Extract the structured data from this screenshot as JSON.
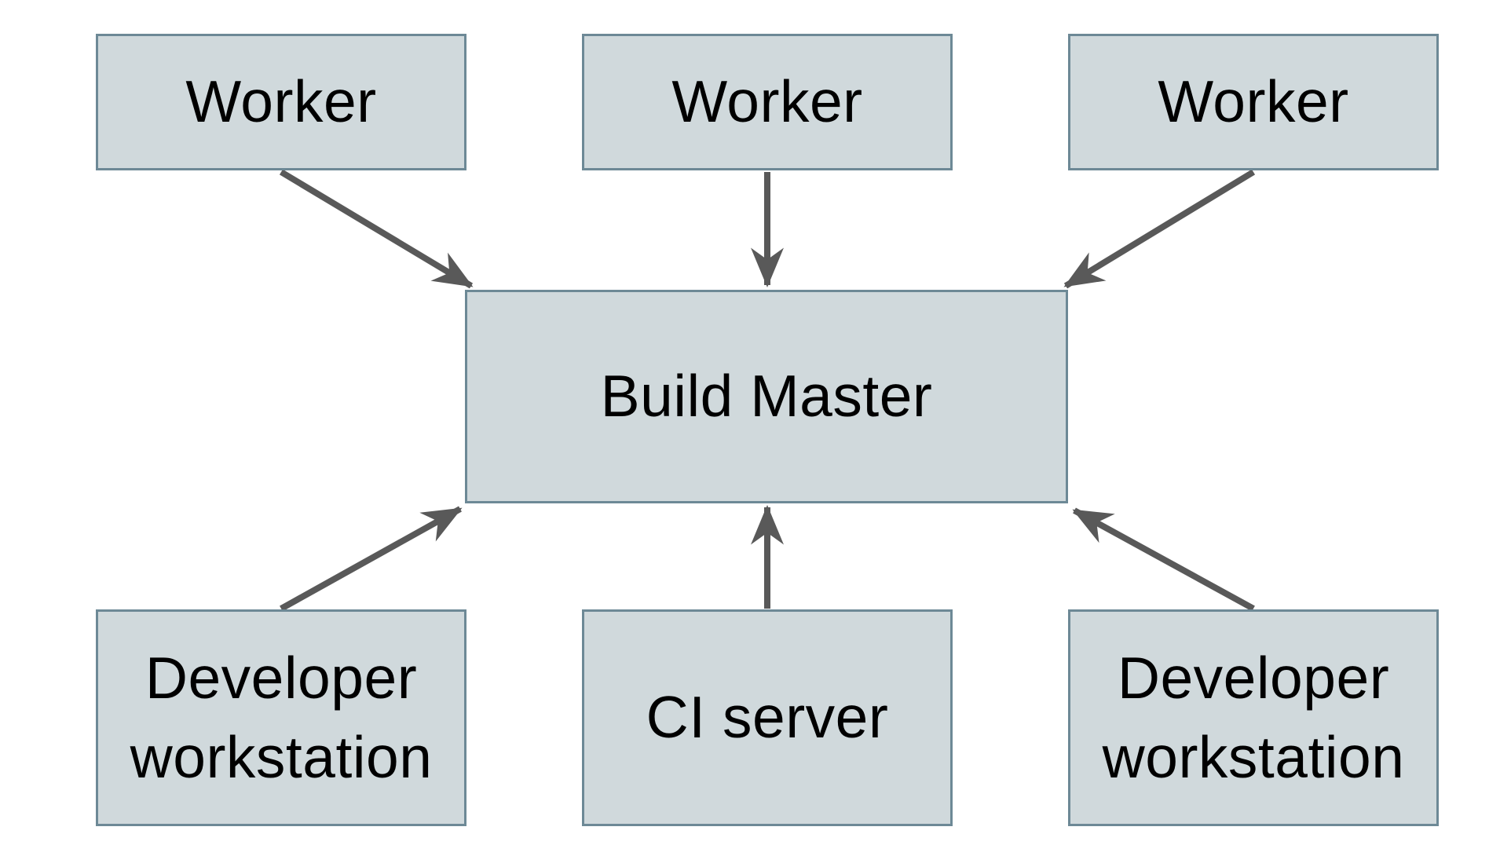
{
  "diagram": {
    "nodes": {
      "worker1": {
        "label": "Worker"
      },
      "worker2": {
        "label": "Worker"
      },
      "worker3": {
        "label": "Worker"
      },
      "build_master": {
        "label": "Build Master"
      },
      "dev_left": {
        "label": "Developer workstation"
      },
      "ci_server": {
        "label": "CI server"
      },
      "dev_right": {
        "label": "Developer workstation"
      }
    },
    "edges": [
      {
        "from": "worker1",
        "to": "build_master"
      },
      {
        "from": "worker2",
        "to": "build_master"
      },
      {
        "from": "worker3",
        "to": "build_master"
      },
      {
        "from": "dev_left",
        "to": "build_master"
      },
      {
        "from": "ci_server",
        "to": "build_master"
      },
      {
        "from": "dev_right",
        "to": "build_master"
      }
    ],
    "colors": {
      "node_fill": "#d0d9dc",
      "node_border": "#6d8996",
      "arrow": "#595959",
      "label_text": "#000000",
      "background": "#ffffff"
    }
  }
}
